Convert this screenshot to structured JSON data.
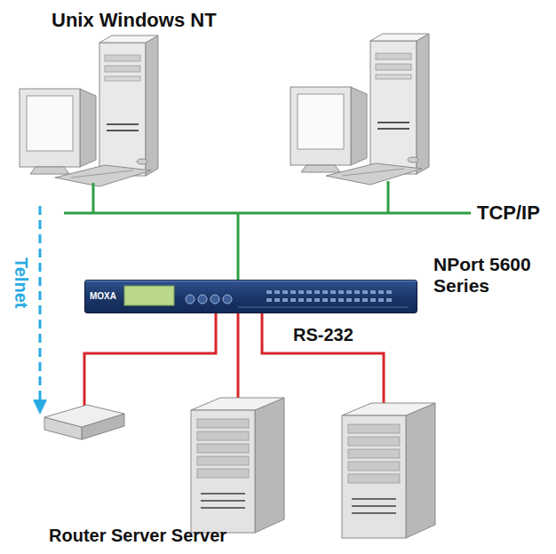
{
  "diagram": {
    "nodes": [
      {
        "text": [
          "NPort 5600 Series"
        ]
      }
    ],
    "labels": [
      "Unix Windows NT",
      "TCP/IP",
      "Telnet",
      "RS-232",
      "MOXA",
      "Router Server Server"
    ]
  }
}
